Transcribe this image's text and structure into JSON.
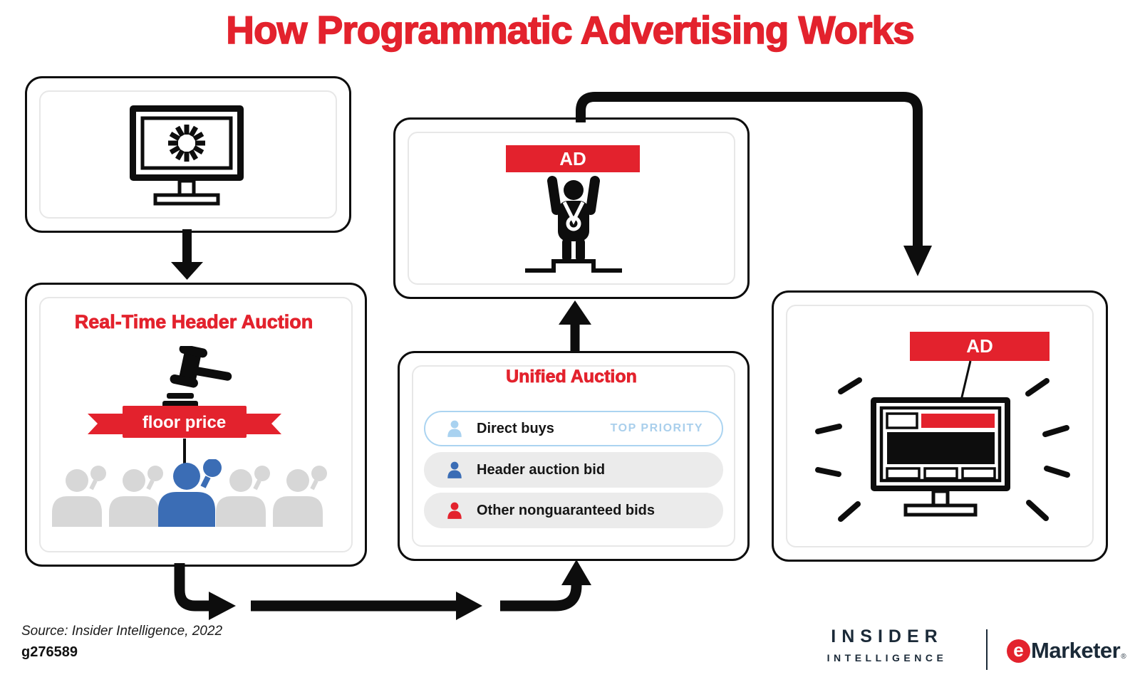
{
  "title": "How Programmatic Advertising Works",
  "colors": {
    "accent_red": "#e3222d",
    "blue": "#3b6db5",
    "light_blue": "#a9d2f0",
    "crowd_gray": "#d7d7d7",
    "ink": "#0d0d0d",
    "logo_navy": "#1b2a38"
  },
  "boxes": {
    "page_load": {
      "icon": "monitor-loading-icon"
    },
    "header_auction": {
      "title": "Real-Time Header Auction",
      "ribbon_label": "floor price",
      "icons": [
        "gavel-icon",
        "bidders-crowd-icon"
      ]
    },
    "winner": {
      "ad_label": "AD",
      "icon": "winner-podium-icon"
    },
    "unified_auction": {
      "title": "Unified Auction",
      "rows": [
        {
          "label": "Direct buys",
          "tag": "TOP PRIORITY",
          "icon": "person-icon",
          "icon_color": "#a9d2f0"
        },
        {
          "label": "Header auction bid",
          "tag": "",
          "icon": "person-icon",
          "icon_color": "#3b6db5"
        },
        {
          "label": "Other nonguaranteed bids",
          "tag": "",
          "icon": "person-icon",
          "icon_color": "#e3222d"
        }
      ]
    },
    "ad_display": {
      "ad_label": "AD",
      "icon": "webpage-monitor-icon"
    }
  },
  "footer": {
    "source": "Source: Insider Intelligence, 2022",
    "chart_id": "g276589",
    "publisher": {
      "line1": "INSIDER",
      "line2": "INTELLIGENCE"
    },
    "brand": {
      "e": "e",
      "rest": "Marketer",
      "registered": "®"
    }
  }
}
